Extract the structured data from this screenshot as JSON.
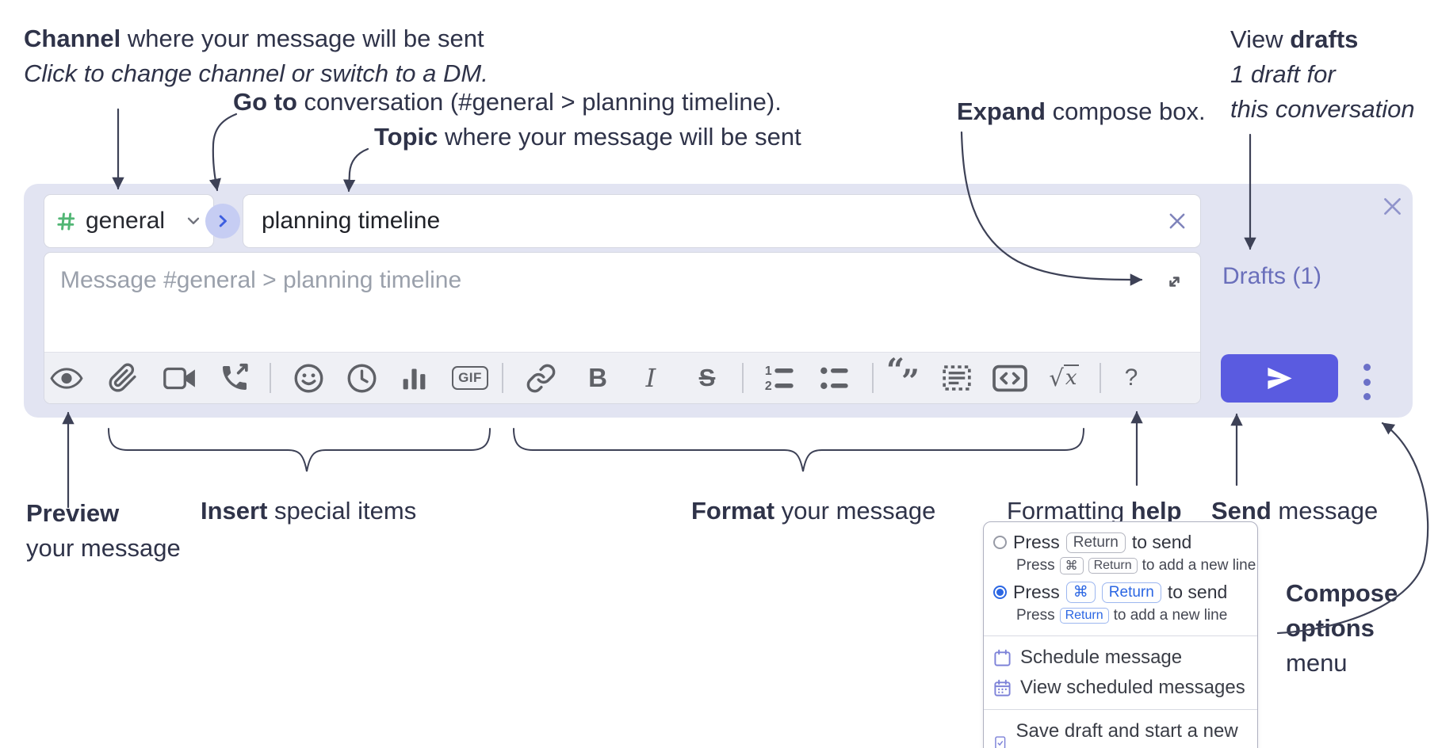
{
  "colors": {
    "compose_bg": "#e2e4f2",
    "send_button": "#5a5be0",
    "hash_green": "#52b675",
    "goto_chevron_blue": "#3e5fe0",
    "drafts_link": "#6a6fbb",
    "annotation_ink": "#2f3349",
    "icon_gray": "#5f6167",
    "close_x_purple": "#8d91c6",
    "radio_selected_blue": "#2b66e3"
  },
  "annotations": {
    "channel_bold": "Channel",
    "channel_rest": " where your message will be sent",
    "channel_sub": "Click to change channel or switch to a DM.",
    "goto_bold": "Go to",
    "goto_rest": " conversation (#general > planning timeline).",
    "topic_bold": "Topic",
    "topic_rest": " where your message will be sent",
    "expand_bold": "Expand",
    "expand_rest": " compose box.",
    "drafts_pre": "View ",
    "drafts_bold": "drafts",
    "drafts_sub1": "1 draft for",
    "drafts_sub2": "this conversation",
    "preview_bold": "Preview",
    "preview_sub": "your message",
    "insert_bold": "Insert",
    "insert_rest": " special items",
    "format_bold": "Format",
    "format_rest": " your message",
    "help_pre": "Formatting ",
    "help_bold": "help",
    "send_bold": "Send",
    "send_rest": " message",
    "options_line1": "Compose",
    "options_line2": "options",
    "options_line3": "menu"
  },
  "compose": {
    "channel_name": "general",
    "topic_value": "planning timeline",
    "message_placeholder": "Message #general > planning timeline",
    "drafts_label": "Drafts (1)",
    "toolbar": {
      "gif": "GIF",
      "bold": "B",
      "italic": "I",
      "strike": "S",
      "ol_num1": "1",
      "ol_num2": "2",
      "math_root": "√",
      "math_x": "x",
      "help": "?"
    }
  },
  "icons": {
    "toolbar_order": [
      "eye",
      "paperclip",
      "video-camera",
      "phone-call",
      "smiley",
      "clock",
      "bar-chart",
      "gif",
      "link",
      "bold",
      "italic",
      "strikethrough",
      "numbered-list",
      "bulleted-list",
      "quote",
      "spoiler",
      "code",
      "math",
      "question"
    ],
    "quote_open": "“",
    "quote_close": "”"
  },
  "popup": {
    "option_return": {
      "press": "Press",
      "key_return": "Return",
      "to_send": "to send",
      "sub_press": "Press",
      "sub_key_cmd": "⌘",
      "sub_key_return": "Return",
      "sub_rest": "to add a new line"
    },
    "option_cmd_return": {
      "press": "Press",
      "key_cmd": "⌘",
      "key_return": "Return",
      "to_send": "to send",
      "sub_press": "Press",
      "sub_key_return": "Return",
      "sub_rest": "to add a new line"
    },
    "schedule": "Schedule message",
    "view_scheduled": "View scheduled messages",
    "save_draft": "Save draft and start a new message"
  }
}
